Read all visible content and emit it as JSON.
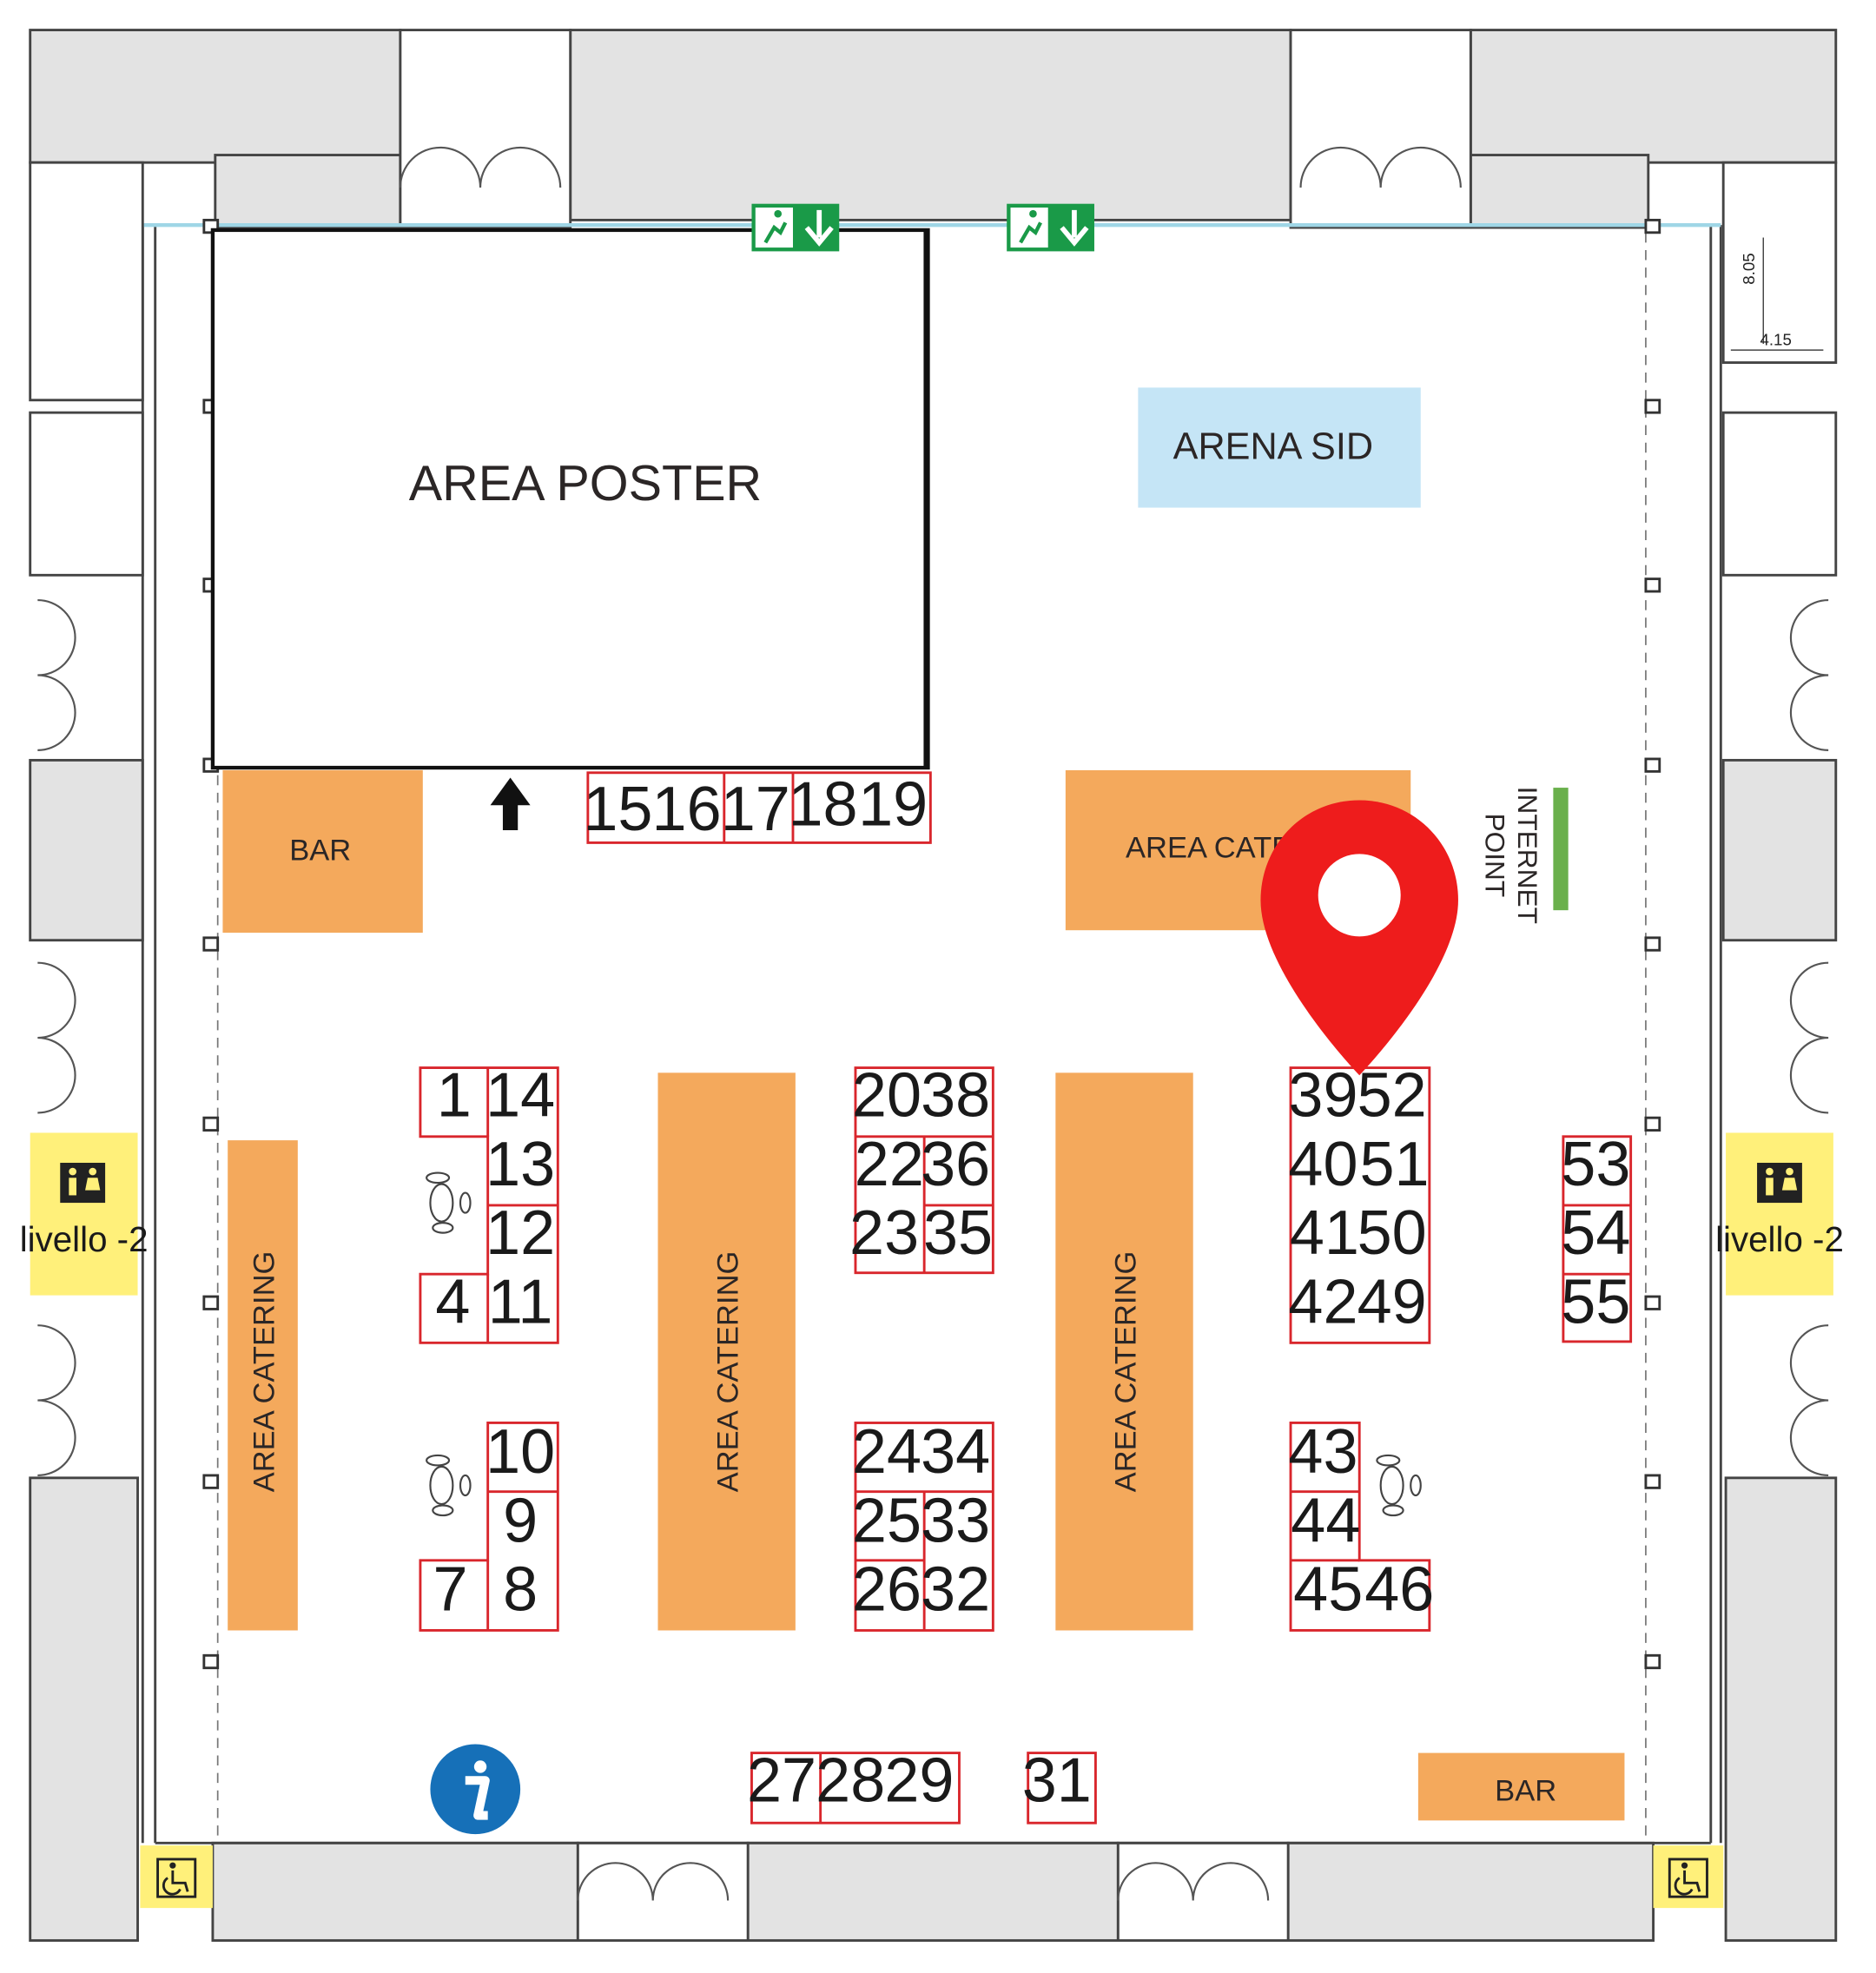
{
  "map": {
    "area_poster": "AREA POSTER",
    "arena_sid": "ARENA SID",
    "bar_top": "BAR",
    "bar_bottom": "BAR",
    "area_catering_top": "AREA CATERING",
    "area_catering_left": "AREA CATERING",
    "area_catering_center": "AREA CATERING",
    "area_catering_right": "AREA CATERING",
    "internet_point_line1": "INTERNET",
    "internet_point_line2": "POINT",
    "restroom_left": "livello -2",
    "restroom_right": "livello -2",
    "dimension_height": "8.05",
    "dimension_width": "4.15",
    "booths": [
      "1",
      "4",
      "7",
      "8",
      "9",
      "10",
      "11",
      "12",
      "13",
      "14",
      "15",
      "16",
      "17",
      "18",
      "19",
      "20",
      "22",
      "23",
      "24",
      "25",
      "26",
      "27",
      "28",
      "29",
      "31",
      "32",
      "33",
      "34",
      "35",
      "36",
      "38",
      "39",
      "40",
      "41",
      "42",
      "43",
      "44",
      "45",
      "46",
      "49",
      "50",
      "51",
      "52",
      "53",
      "54",
      "55"
    ],
    "colors": {
      "catering": "#f4a95c",
      "arena": "#c5e5f6",
      "restroom": "#fff07a",
      "booth_border": "#d9262c",
      "marker": "#ee1c1c",
      "exit_sign": "#1a9a48",
      "info": "#1670b8",
      "internet": "#6ab04c",
      "corridor": "#e3e3e3"
    },
    "icons": [
      "location-pin-icon",
      "info-icon",
      "emergency-exit-icon",
      "restroom-icon",
      "wheelchair-icon",
      "arrow-up-icon",
      "footprints-icon"
    ]
  }
}
